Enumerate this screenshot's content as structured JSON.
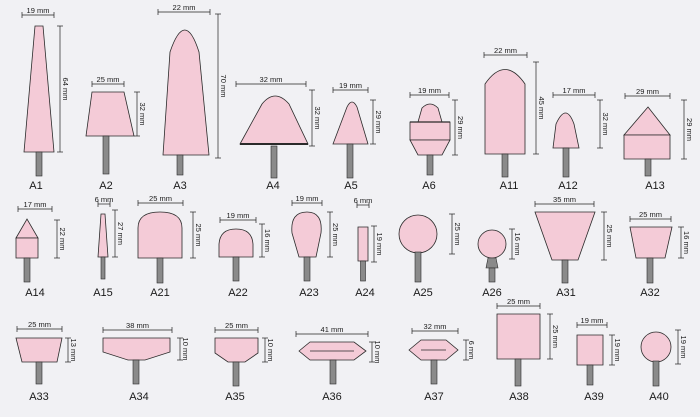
{
  "colors": {
    "background": "#f1f1f4",
    "stone_fill": "#f4cbd7",
    "stone_stroke": "#2a2a2a",
    "shank_fill": "#8a8a8a",
    "dimension_line": "#222222"
  },
  "stones": [
    {
      "code": "A1",
      "dims": [
        "19 mm",
        "64 mm"
      ]
    },
    {
      "code": "A2",
      "dims": [
        "25 mm",
        "32 mm"
      ]
    },
    {
      "code": "A3",
      "dims": [
        "22 mm",
        "70 mm"
      ]
    },
    {
      "code": "A4",
      "dims": [
        "32 mm",
        "32 mm"
      ]
    },
    {
      "code": "A5",
      "dims": [
        "19 mm",
        "29 mm"
      ]
    },
    {
      "code": "A6",
      "dims": [
        "19 mm",
        "29 mm"
      ]
    },
    {
      "code": "A11",
      "dims": [
        "22 mm",
        "45 mm"
      ]
    },
    {
      "code": "A12",
      "dims": [
        "17 mm",
        "32 mm"
      ]
    },
    {
      "code": "A13",
      "dims": [
        "29 mm",
        "29 mm"
      ]
    },
    {
      "code": "A14",
      "dims": [
        "17 mm",
        "22 mm"
      ]
    },
    {
      "code": "A15",
      "dims": [
        "6 mm",
        "27 mm"
      ]
    },
    {
      "code": "A21",
      "dims": [
        "25 mm",
        "25 mm"
      ]
    },
    {
      "code": "A22",
      "dims": [
        "19 mm",
        "16 mm"
      ]
    },
    {
      "code": "A23",
      "dims": [
        "19 mm",
        "25 mm"
      ]
    },
    {
      "code": "A24",
      "dims": [
        "6 mm",
        "19 mm"
      ]
    },
    {
      "code": "A25",
      "dims": [
        "25 mm"
      ]
    },
    {
      "code": "A26",
      "dims": [
        "16 mm"
      ]
    },
    {
      "code": "A31",
      "dims": [
        "35 mm",
        "25 mm"
      ]
    },
    {
      "code": "A32",
      "dims": [
        "25 mm",
        "16 mm"
      ]
    },
    {
      "code": "A33",
      "dims": [
        "25 mm",
        "13 mm"
      ]
    },
    {
      "code": "A34",
      "dims": [
        "38 mm",
        "10 mm"
      ]
    },
    {
      "code": "A35",
      "dims": [
        "25 mm",
        "10 mm"
      ]
    },
    {
      "code": "A36",
      "dims": [
        "41 mm",
        "10 mm"
      ]
    },
    {
      "code": "A37",
      "dims": [
        "32 mm",
        "6 mm"
      ]
    },
    {
      "code": "A38",
      "dims": [
        "25 mm",
        "25 mm"
      ]
    },
    {
      "code": "A39",
      "dims": [
        "19 mm",
        "19 mm"
      ]
    },
    {
      "code": "A40",
      "dims": [
        "19 mm"
      ]
    }
  ]
}
